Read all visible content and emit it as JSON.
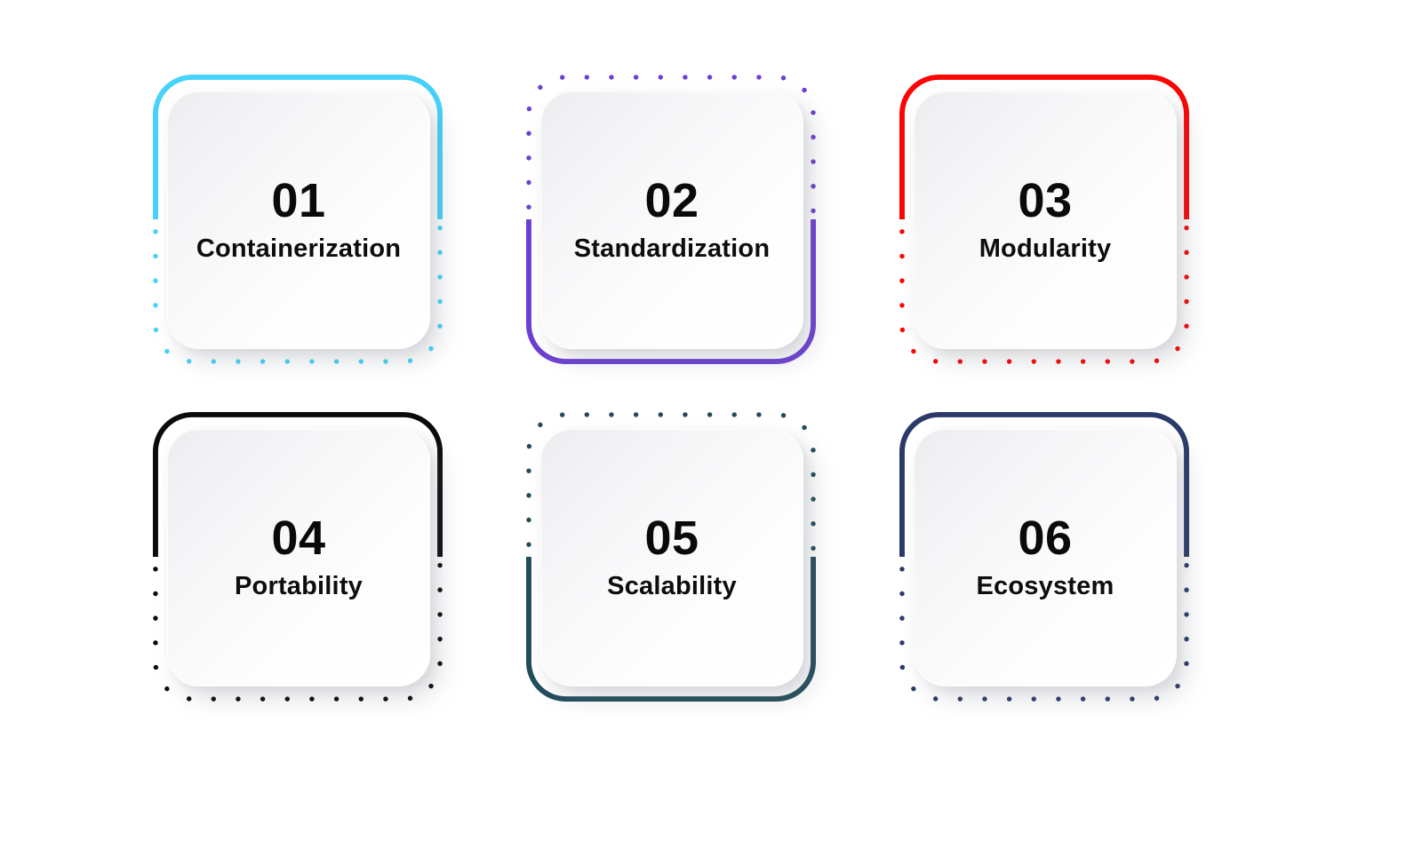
{
  "page": {
    "background_color": "#ffffff",
    "description": "Six-step feature infographic, 2 rows by 3 columns"
  },
  "cards": [
    {
      "number": "01",
      "title": "Containerization",
      "accent": "#47d2f8",
      "solid_edge": "top"
    },
    {
      "number": "02",
      "title": "Standardization",
      "accent": "#6c40d2",
      "solid_edge": "bottom"
    },
    {
      "number": "03",
      "title": "Modularity",
      "accent": "#fb0505",
      "solid_edge": "top"
    },
    {
      "number": "04",
      "title": "Portability",
      "accent": "#0b0b0b",
      "solid_edge": "top"
    },
    {
      "number": "05",
      "title": "Scalability",
      "accent": "#234c5b",
      "solid_edge": "bottom"
    },
    {
      "number": "06",
      "title": "Ecosystem",
      "accent": "#2b3a69",
      "solid_edge": "top"
    }
  ]
}
